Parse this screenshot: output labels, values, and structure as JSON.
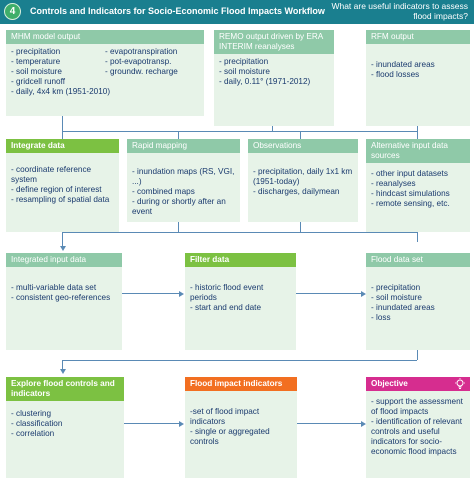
{
  "header": {
    "step_number": "4",
    "title": "Controls and Indicators for Socio-Economic Flood Impacts Workflow",
    "question": "What are useful indicators to assess flood impacts?"
  },
  "row1": {
    "mhm": {
      "title": "MHM model output",
      "col1": [
        "- precipitation",
        "- temperature",
        "- soil moisture",
        "- gridcell runoff"
      ],
      "col2": [
        "- evapotranspiration",
        "- pot-evapotransp.",
        "- groundw. recharge"
      ],
      "footer": "- daily, 4x4 km (1951-2010)"
    },
    "remo": {
      "title": "REMO output driven by ERA INTERIM reanalyses",
      "items": [
        "- precipitation",
        "- soil moisture",
        "- daily, 0.11° (1971-2012)"
      ]
    },
    "rfm": {
      "title": "RFM output",
      "items": [
        "- inundated areas",
        "- flood losses"
      ]
    }
  },
  "row2": {
    "integrate": {
      "title": "Integrate data",
      "items": [
        "- coordinate reference system",
        "- define region of interest",
        "- resampling of spatial data"
      ]
    },
    "rapid": {
      "title": "Rapid mapping",
      "items": [
        "- inundation maps (RS, VGI, ...)",
        "- combined maps",
        "- during or shortly after an event"
      ]
    },
    "observations": {
      "title": "Observations",
      "items": [
        "- precipitation, daily 1x1 km (1951-today)",
        "- discharges, dailymean"
      ]
    },
    "alternative": {
      "title": "Alternative input data sources",
      "items": [
        "- other input datasets",
        "- reanalyses",
        "- hindcast simulations",
        "- remote sensing, etc."
      ]
    }
  },
  "row3": {
    "integrated": {
      "title": "Integrated input data",
      "items": [
        "- multi-variable data set",
        "- consistent geo-references"
      ]
    },
    "filter": {
      "title": "Filter data",
      "items": [
        "- historic flood event periods",
        "- start and end date"
      ]
    },
    "flood_data": {
      "title": "Flood data set",
      "items": [
        "- precipitation",
        "- soil moisture",
        "- inundated areas",
        "- loss"
      ]
    }
  },
  "row4": {
    "explore": {
      "title": "Explore flood controls and indicators",
      "items": [
        "- clustering",
        "- classification",
        "- correlation"
      ]
    },
    "impact": {
      "title": "Flood impact indicators",
      "items": [
        "-set of flood impact indicators",
        "- single or aggregated controls"
      ]
    },
    "objective": {
      "title": "Objective",
      "items": [
        "- support the assessment of flood impacts",
        "- identification of relevant controls and useful indicators for socio-economic flood impacts"
      ]
    }
  },
  "colors": {
    "header": "#1a7f8f",
    "box_bg": "#e7f3e8",
    "box_header": "#8fc9a8",
    "green": "#7cc142",
    "orange": "#f26f21",
    "magenta": "#d62d8f",
    "text": "#1a3a6e",
    "connector": "#5a8ab5"
  }
}
